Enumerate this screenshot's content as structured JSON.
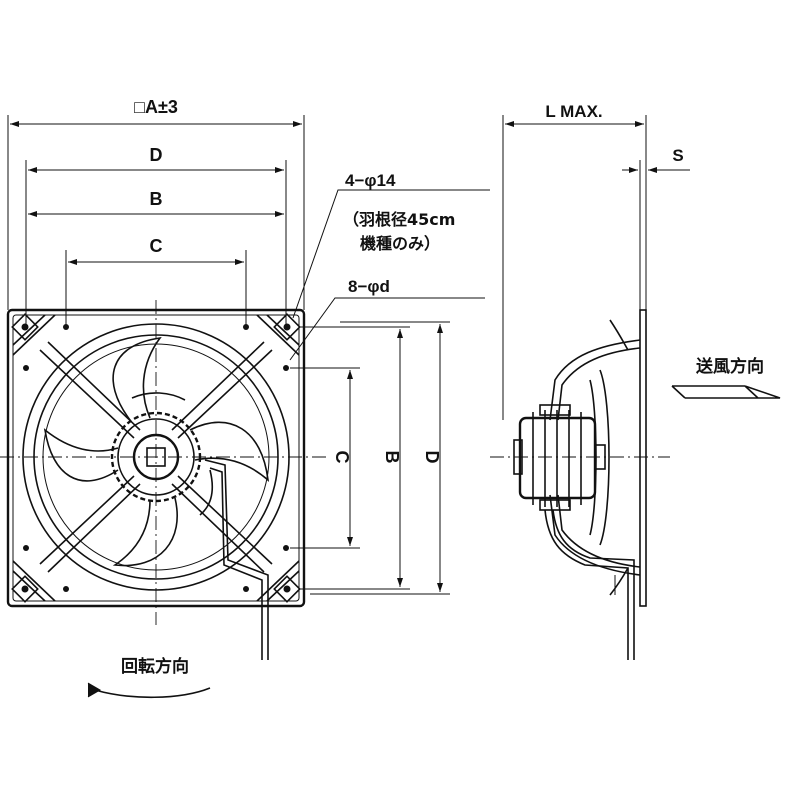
{
  "dimensions": {
    "overall": "□A±3",
    "d_top": "D",
    "b_top": "B",
    "c_top": "C",
    "c_side": "C",
    "b_side": "B",
    "d_side": "D",
    "l_max": "L MAX.",
    "s": "S"
  },
  "notes": {
    "holes_4": "4−φ14",
    "holes_4_note_line1": "（羽根径45cm",
    "holes_4_note_line2": "機種のみ）",
    "holes_8": "8−φd"
  },
  "labels": {
    "airflow": "送風方向",
    "rotation": "回転方向"
  }
}
